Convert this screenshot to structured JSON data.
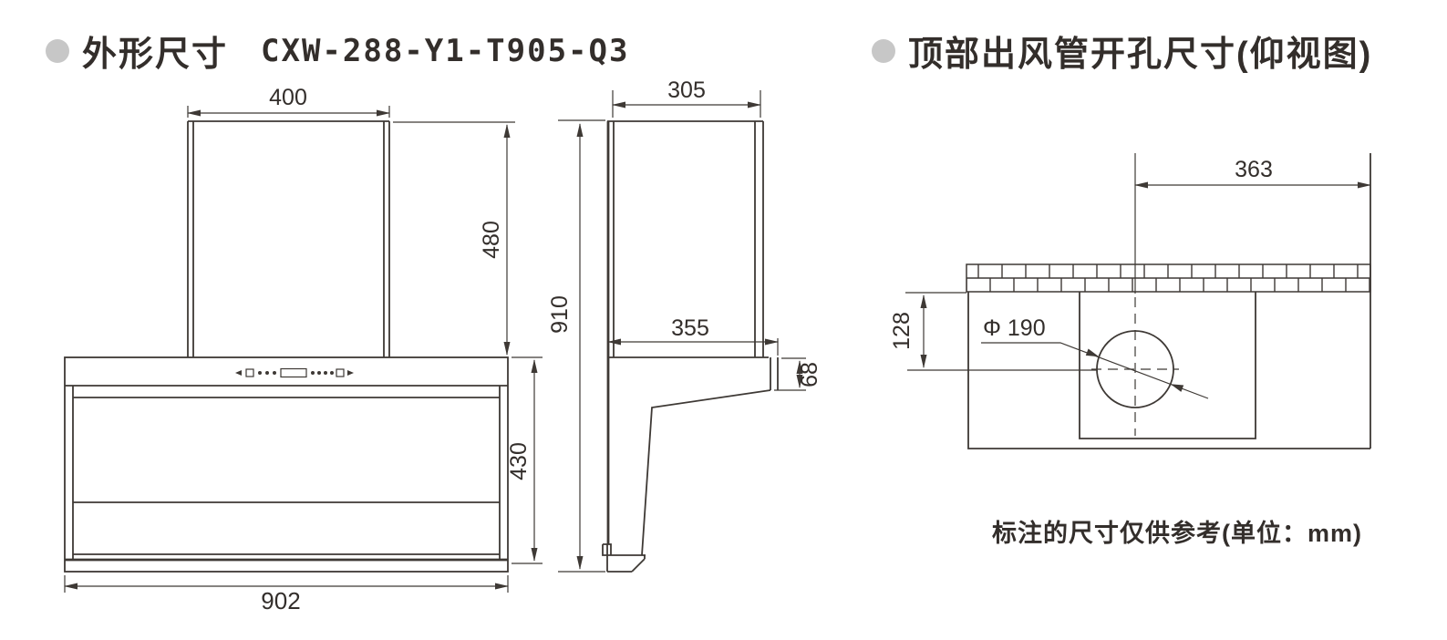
{
  "colors": {
    "line": "#3e3935",
    "text": "#332e2b",
    "bullet_gray": "#c7c7c7",
    "background": "#ffffff"
  },
  "header_left": {
    "bullet_icon": "gray-dot",
    "title": "外形尺寸",
    "model": "CXW-288-Y1-T905-Q3"
  },
  "header_right": {
    "bullet_icon": "gray-dot",
    "title": "顶部出风管开孔尺寸(仰视图)"
  },
  "front_view": {
    "dims": {
      "chimney_width": "400",
      "chimney_height": "480",
      "body_height": "430",
      "total_width": "902"
    }
  },
  "side_view": {
    "dims": {
      "chimney_depth": "305",
      "total_height": "910",
      "top_depth": "355",
      "front_edge_height": "68"
    }
  },
  "cutout_view": {
    "dims": {
      "center_to_right": "363",
      "back_offset": "128",
      "hole_diameter": "Φ 190"
    }
  },
  "footnote": {
    "text": "标注的尺寸仅供参考(单位：mm)"
  }
}
